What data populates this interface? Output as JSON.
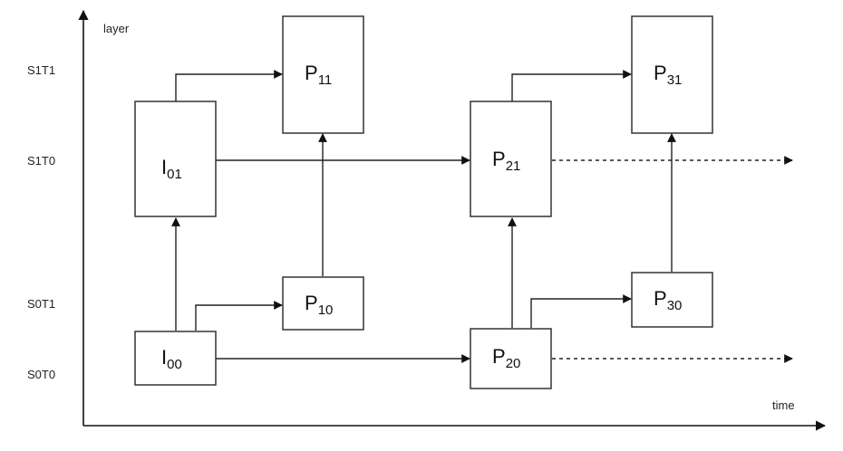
{
  "axes": {
    "y_label": "layer",
    "x_label": "time",
    "layers": [
      "S1T1",
      "S1T0",
      "S0T1",
      "S0T0"
    ]
  },
  "frames": {
    "I01": {
      "base": "I",
      "sub": "01"
    },
    "P11": {
      "base": "P",
      "sub": "11"
    },
    "P21": {
      "base": "P",
      "sub": "21"
    },
    "P31": {
      "base": "P",
      "sub": "31"
    },
    "I00": {
      "base": "I",
      "sub": "00"
    },
    "P10": {
      "base": "P",
      "sub": "10"
    },
    "P20": {
      "base": "P",
      "sub": "20"
    },
    "P30": {
      "base": "P",
      "sub": "30"
    }
  }
}
